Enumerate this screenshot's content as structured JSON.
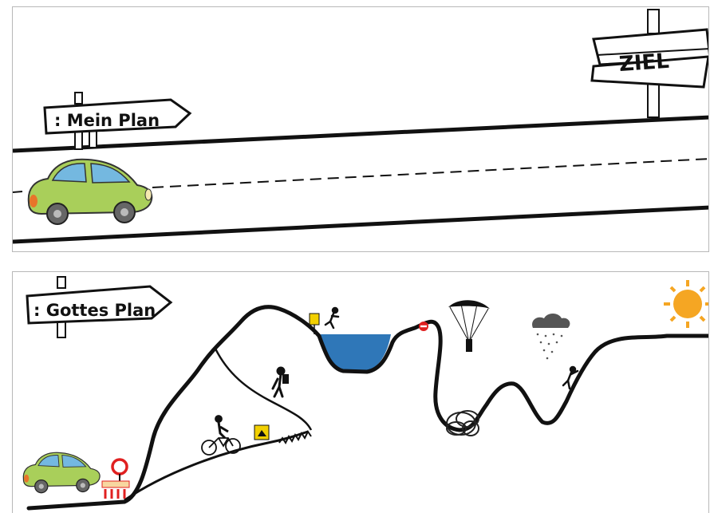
{
  "top_panel": {
    "sign_label": ": Mein Plan",
    "goal_label": "ZIEL"
  },
  "bottom_panel": {
    "sign_label": ": Gottes Plan"
  },
  "colors": {
    "car_body": "#a9cf5a",
    "car_window": "#74b8e0",
    "water": "#2f77b8",
    "sun": "#f5a623",
    "warning_sign": "#f2d000",
    "stop_red": "#e02020",
    "line": "#111111"
  }
}
